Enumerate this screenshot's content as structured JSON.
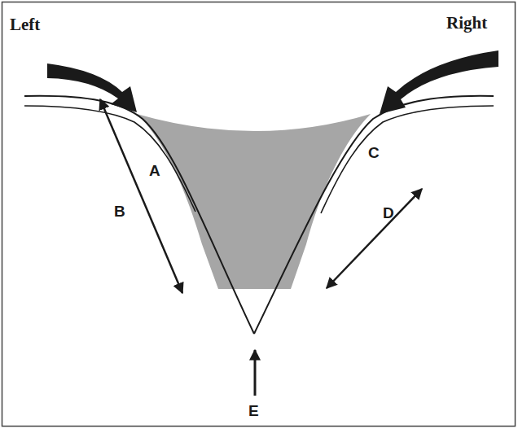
{
  "diagram": {
    "labels": [
      "Left",
      "Right",
      "A",
      "B",
      "C",
      "D",
      "E"
    ]
  }
}
